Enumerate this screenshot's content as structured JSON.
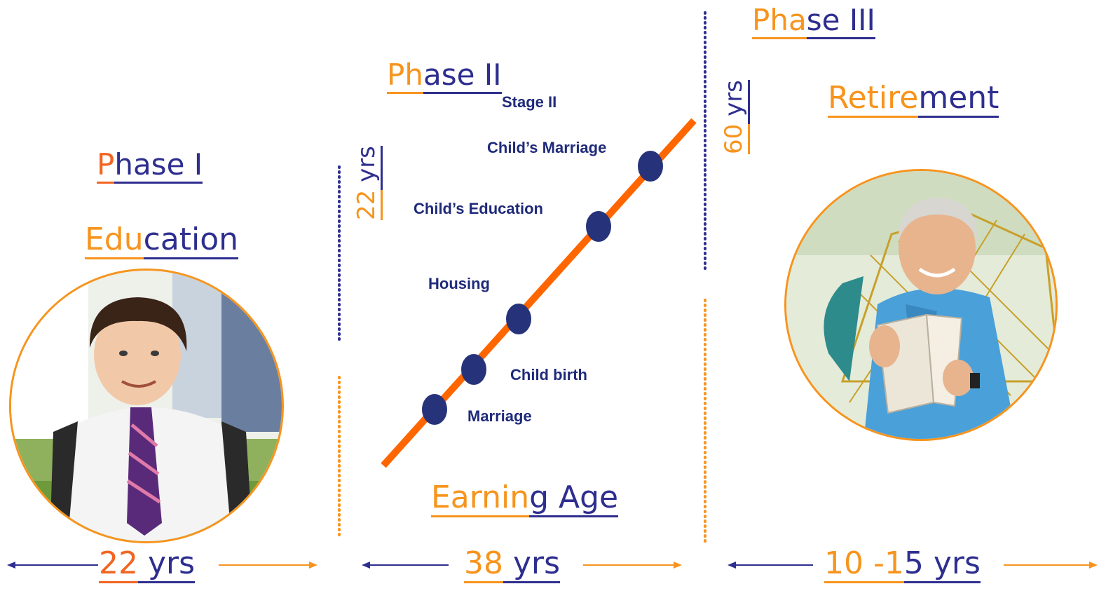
{
  "phase1": {
    "title": {
      "part_a": "P",
      "part_b": "hase I"
    },
    "subtitle": {
      "part_a": "Edu",
      "part_b": "cation"
    },
    "duration": {
      "part_a": "22",
      "part_b": " yrs"
    },
    "photo_icon": "schoolboy-photo"
  },
  "phase2": {
    "title": {
      "part_a": "Ph",
      "part_b": "ase II"
    },
    "stage_label": "Stage II",
    "age_marker": {
      "part_a": "22",
      "part_b": " yrs"
    },
    "milestones": [
      "Marriage",
      "Child birth",
      "Housing",
      "Child’s Education",
      "Child’s Marriage"
    ],
    "subtitle": {
      "part_a": "Earnin",
      "part_b": "g Age"
    },
    "duration": {
      "part_a": "38",
      "part_b": " yrs"
    }
  },
  "phase3": {
    "title": {
      "part_a": "Pha",
      "part_b": "se III"
    },
    "age_marker": {
      "part_a": "60",
      "part_b": " yrs"
    },
    "subtitle": {
      "part_a": "Retire",
      "part_b": "ment"
    },
    "duration": {
      "part_a": "10 -1",
      "part_b": "5 yrs"
    },
    "photo_icon": "retiree-photo"
  },
  "colors": {
    "orange": "#F7941D",
    "navy": "#2E2E8F",
    "line": "#FF6600",
    "dot": "#26337A"
  }
}
